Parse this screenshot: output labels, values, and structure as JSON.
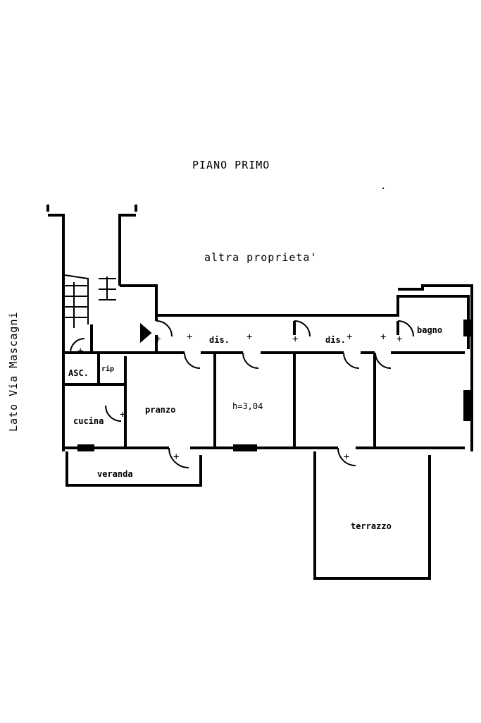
{
  "title": "PIANO PRIMO",
  "neighbour_label": "altra proprieta'",
  "side_label": "Lato Via Mascagni",
  "rooms": {
    "elevator": "ASC.",
    "storage": "rip",
    "kitchen": "cucina",
    "dining": "pranzo",
    "corridor_1": "dis.",
    "corridor_2": "dis.",
    "bathroom": "bagno",
    "room_height": "h=3,04",
    "veranda": "veranda",
    "terrace": "terrazzo"
  }
}
